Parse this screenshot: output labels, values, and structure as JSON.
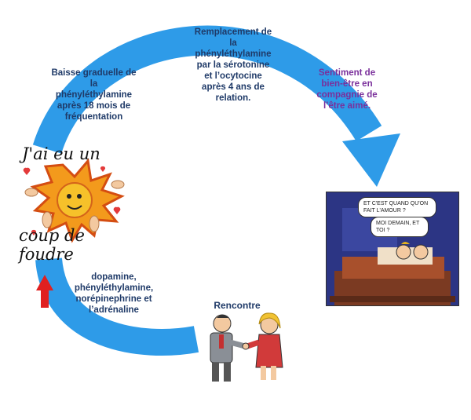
{
  "labels": {
    "remplacement": [
      "Remplacement de",
      "la",
      "phényléthylamine",
      "par la sérotonine",
      "et l’ocytocine",
      "après 4 ans de",
      "relation."
    ],
    "baisse": [
      "Baisse graduelle de",
      "la",
      "phényléthylamine",
      "après 18 mois de",
      "fréquentation"
    ],
    "sentiment": [
      "Sentiment de",
      "bien-être en",
      "compagnie de",
      "l’être aimé."
    ],
    "hormones": [
      "dopamine,",
      "phényléthylamine,",
      "norépinephrine et",
      "l’adrénaline"
    ],
    "rencontre": "Rencontre"
  },
  "illustration": {
    "coup_de_foudre_top": "J'ai eu un",
    "coup_de_foudre_bottom": "coup de foudre"
  },
  "comic": {
    "bubble_1": "ET C'EST QUAND QU'ON FAIT L'AMOUR ?",
    "bubble_2": "MOI DEMAIN, ET TOI ?"
  },
  "colors": {
    "cycle_arrow": "#2e9be8",
    "up_arrow": "#e02020",
    "title_text": "#1f3a68",
    "sentiment_text": "#7a2f9b"
  }
}
